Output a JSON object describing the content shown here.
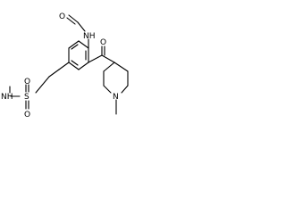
{
  "molecule": {
    "atoms": {
      "nh_formamide": "NH",
      "o_formyl": "O",
      "o_ketone": "O",
      "n_piperidine": "N",
      "s_sulfonyl": "S",
      "o_sulfonyl_top": "O",
      "o_sulfonyl_bottom": "O",
      "nh_sulfonamide": "NH"
    },
    "colors": {
      "bond": "#000000",
      "label": "#000000",
      "background": "#ffffff"
    }
  }
}
